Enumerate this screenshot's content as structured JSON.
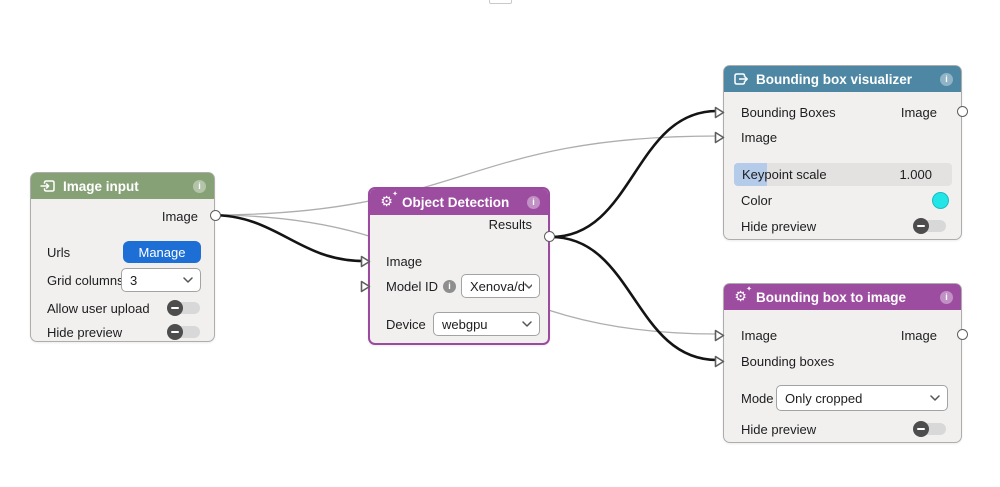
{
  "canvas": {
    "background": "#ffffff"
  },
  "nodes": {
    "image_input": {
      "title": "Image input",
      "header_color": "#86a175",
      "icon": "import-icon",
      "info_icon": "i",
      "output_label": "Image",
      "urls_label": "Urls",
      "manage_button": "Manage",
      "manage_color": "#1d6fd6",
      "grid_columns_label": "Grid columns",
      "grid_columns_value": "3",
      "allow_upload_label": "Allow user upload",
      "allow_upload_state": "off",
      "hide_preview_label": "Hide preview",
      "hide_preview_state": "off"
    },
    "object_detection": {
      "title": "Object Detection",
      "header_color": "#9c4da0",
      "icon": "gear-sparkle-icon",
      "info_icon": "i",
      "selected": true,
      "output_label": "Results",
      "input_image_label": "Image",
      "model_id_label": "Model ID",
      "model_id_value": "Xenova/det",
      "device_label": "Device",
      "device_value": "webgpu"
    },
    "bbox_visualizer": {
      "title": "Bounding box visualizer",
      "header_color": "#4d87a3",
      "icon": "export-icon",
      "info_icon": "i",
      "input_bboxes_label": "Bounding Boxes",
      "input_image_label": "Image",
      "output_label": "Image",
      "keypoint_scale_label": "Keypoint scale",
      "keypoint_scale_value": "1.000",
      "color_label": "Color",
      "color_value": "#22e5e8",
      "hide_preview_label": "Hide preview",
      "hide_preview_state": "off"
    },
    "bbox_to_image": {
      "title": "Bounding box to image",
      "header_color": "#9c4da0",
      "icon": "gear-sparkle-icon",
      "info_icon": "i",
      "input_image_label": "Image",
      "input_bboxes_label": "Bounding boxes",
      "output_label": "Image",
      "mode_label": "Mode",
      "mode_value": "Only cropped",
      "hide_preview_label": "Hide preview",
      "hide_preview_state": "off"
    }
  },
  "edges": [
    {
      "from": "image_input.Image",
      "to": "object_detection.Image",
      "style": "active"
    },
    {
      "from": "image_input.Image",
      "to": "bbox_visualizer.Image",
      "style": "idle"
    },
    {
      "from": "image_input.Image",
      "to": "bbox_to_image.Image",
      "style": "idle"
    },
    {
      "from": "object_detection.Results",
      "to": "bbox_visualizer.Bounding Boxes",
      "style": "active"
    },
    {
      "from": "object_detection.Results",
      "to": "bbox_to_image.Bounding boxes",
      "style": "active"
    }
  ],
  "glyphs": {
    "gear": "⚙",
    "sparkle": "✦",
    "info": "i"
  }
}
